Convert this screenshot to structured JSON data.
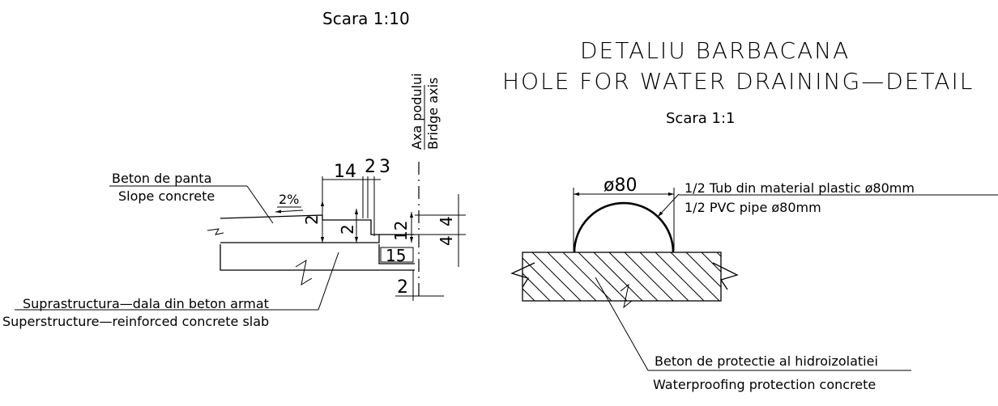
{
  "left_detail": {
    "scale": "Scara 1:10",
    "axis_label_ro": "Axa podului",
    "axis_label_en": "Bridge axis",
    "slope_concrete_ro": "Beton de panta",
    "slope_concrete_en": "Slope concrete",
    "slope": "2%",
    "dims": {
      "d14": "14",
      "d2top": "2",
      "d3": "3",
      "d2a": "2",
      "d2b": "2",
      "d12": "12",
      "d4a": "4",
      "d4b": "4",
      "d15": "15",
      "d2bottom": "2"
    },
    "superstructure_ro": "Suprastructura—dala din beton armat",
    "superstructure_en": "Superstructure—reinforced concrete slab"
  },
  "right_detail": {
    "title_ro": "DETALIU  BARBACANA",
    "title_en": "HOLE  FOR  WATER  DRAINING—DETAIL",
    "scale": "Scara 1:1",
    "diameter": "ø80",
    "pipe_ro": "1/2 Tub din material plastic ø80mm",
    "pipe_en": "1/2 PVC pipe ø80mm",
    "protection_ro": "Beton de protectie al hidroizolatiei",
    "protection_en": "Waterproofing protection concrete"
  }
}
